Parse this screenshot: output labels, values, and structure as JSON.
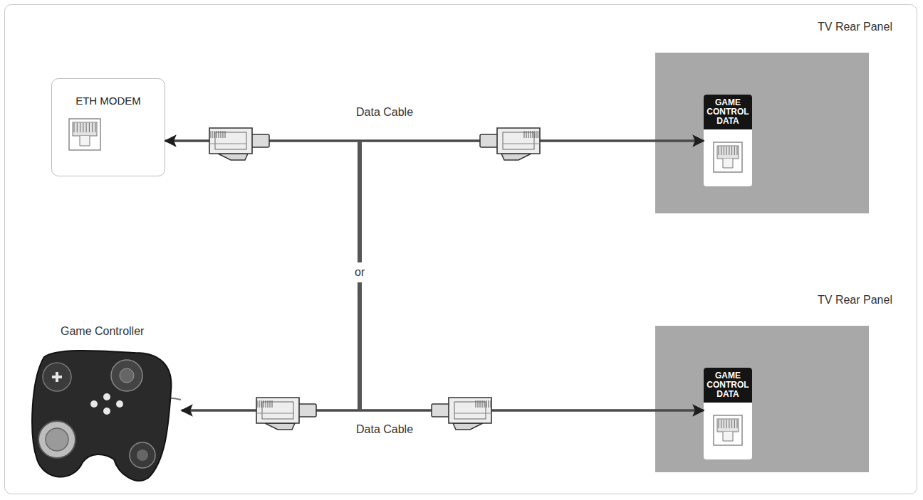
{
  "diagram": {
    "nodes": [
      {
        "text": [
          "ETH MODEM"
        ]
      },
      {
        "text": [
          "TV Rear Panel"
        ]
      },
      {
        "text": [
          "GAME CONTROL DATA"
        ],
        "in": 1
      },
      {
        "text": [
          "Game Controller"
        ]
      },
      {
        "text": [
          "TV Rear Panel"
        ]
      },
      {
        "text": [
          "GAME CONTROL DATA"
        ],
        "in": 4
      }
    ],
    "edges": [
      {
        "from": 0,
        "to": 2,
        "label": "Data Cable",
        "arrow": "both"
      },
      {
        "from": 3,
        "to": 5,
        "label": "Data Cable",
        "arrow": "both"
      }
    ],
    "labels": [
      "or"
    ]
  }
}
